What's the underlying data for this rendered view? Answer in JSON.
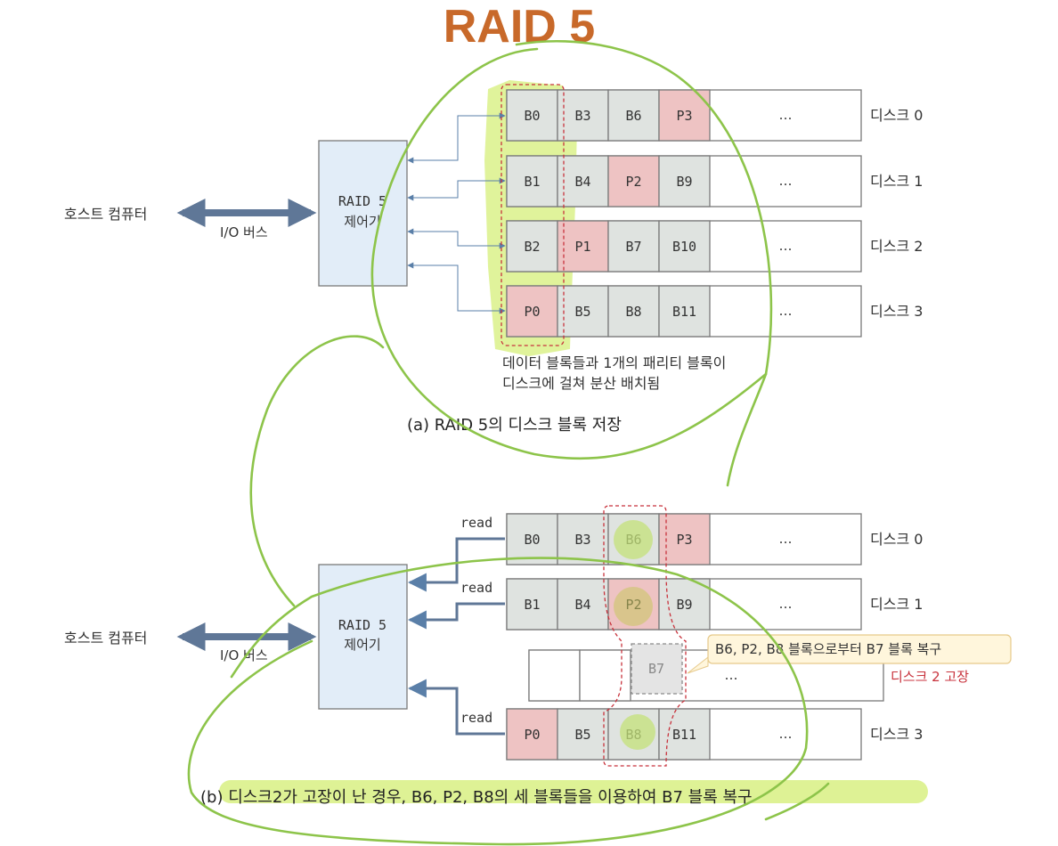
{
  "title": "RAID 5",
  "colors": {
    "title": "#c8692a",
    "data_block": "#dfe3e0",
    "parity_block": "#eec3c3",
    "controller": "#e2edf8",
    "highlight": "#d6ef7a",
    "annotation": "#8dc44a",
    "fault": "#c8323c"
  },
  "panel_a": {
    "host_label": "호스트 컴퓨터",
    "bus_label": "I/O 버스",
    "controller_line1": "RAID 5",
    "controller_line2": "제어기",
    "disks": [
      {
        "label": "디스크 0",
        "blocks": [
          "B0",
          "B3",
          "B6",
          "P3"
        ],
        "ellipsis": "…"
      },
      {
        "label": "디스크 1",
        "blocks": [
          "B1",
          "B4",
          "P2",
          "B9"
        ],
        "ellipsis": "…"
      },
      {
        "label": "디스크 2",
        "blocks": [
          "B2",
          "P1",
          "B7",
          "B10"
        ],
        "ellipsis": "…"
      },
      {
        "label": "디스크 3",
        "blocks": [
          "P0",
          "B5",
          "B8",
          "B11"
        ],
        "ellipsis": "…"
      }
    ],
    "note_line1": "데이터 블록들과 1개의 패리티 블록이",
    "note_line2": "디스크에 걸쳐 분산 배치됨",
    "caption": "(a) RAID 5의 디스크 블록 저장"
  },
  "panel_b": {
    "host_label": "호스트 컴퓨터",
    "bus_label": "I/O 버스",
    "controller_line1": "RAID 5",
    "controller_line2": "제어기",
    "read_label": "read",
    "disks": [
      {
        "label": "디스크 0",
        "blocks": [
          "B0",
          "B3",
          "B6",
          "P3"
        ],
        "ellipsis": "…"
      },
      {
        "label": "디스크 1",
        "blocks": [
          "B1",
          "B4",
          "P2",
          "B9"
        ],
        "ellipsis": "…"
      },
      {
        "label": "",
        "blocks": [
          "",
          "",
          "",
          ""
        ],
        "ellipsis": "…"
      },
      {
        "label": "디스크 3",
        "blocks": [
          "P0",
          "B5",
          "B8",
          "B11"
        ],
        "ellipsis": "…"
      }
    ],
    "recovered_block": "B7",
    "callout": "B6, P2, B8 블록으로부터 B7 블록 복구",
    "fault_label": "디스크 2 고장",
    "caption": "(b) 디스크2가 고장이 난 경우, B6, P2, B8의 세 블록들을 이용하여 B7 블록 복구"
  }
}
